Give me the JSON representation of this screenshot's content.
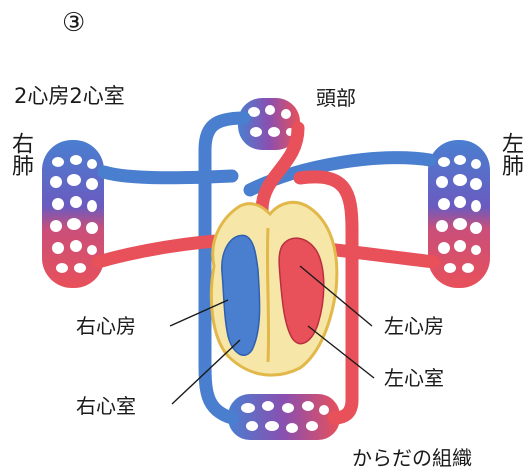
{
  "figure_number": "③",
  "title": "2心房2心室",
  "labels": {
    "head": "頭部",
    "right_lung": "右肺",
    "left_lung": "左肺",
    "right_atrium": "右心房",
    "right_ventricle": "右心室",
    "left_atrium": "左心房",
    "left_ventricle": "左心室",
    "body_tissue": "からだの組織"
  },
  "colors": {
    "deoxygenated": "#4a7fd0",
    "oxygenated": "#e8505a",
    "heart_fill": "#f6e6a8",
    "heart_outline": "#e2b84a",
    "capillary_mix": "#8a4fb0"
  }
}
